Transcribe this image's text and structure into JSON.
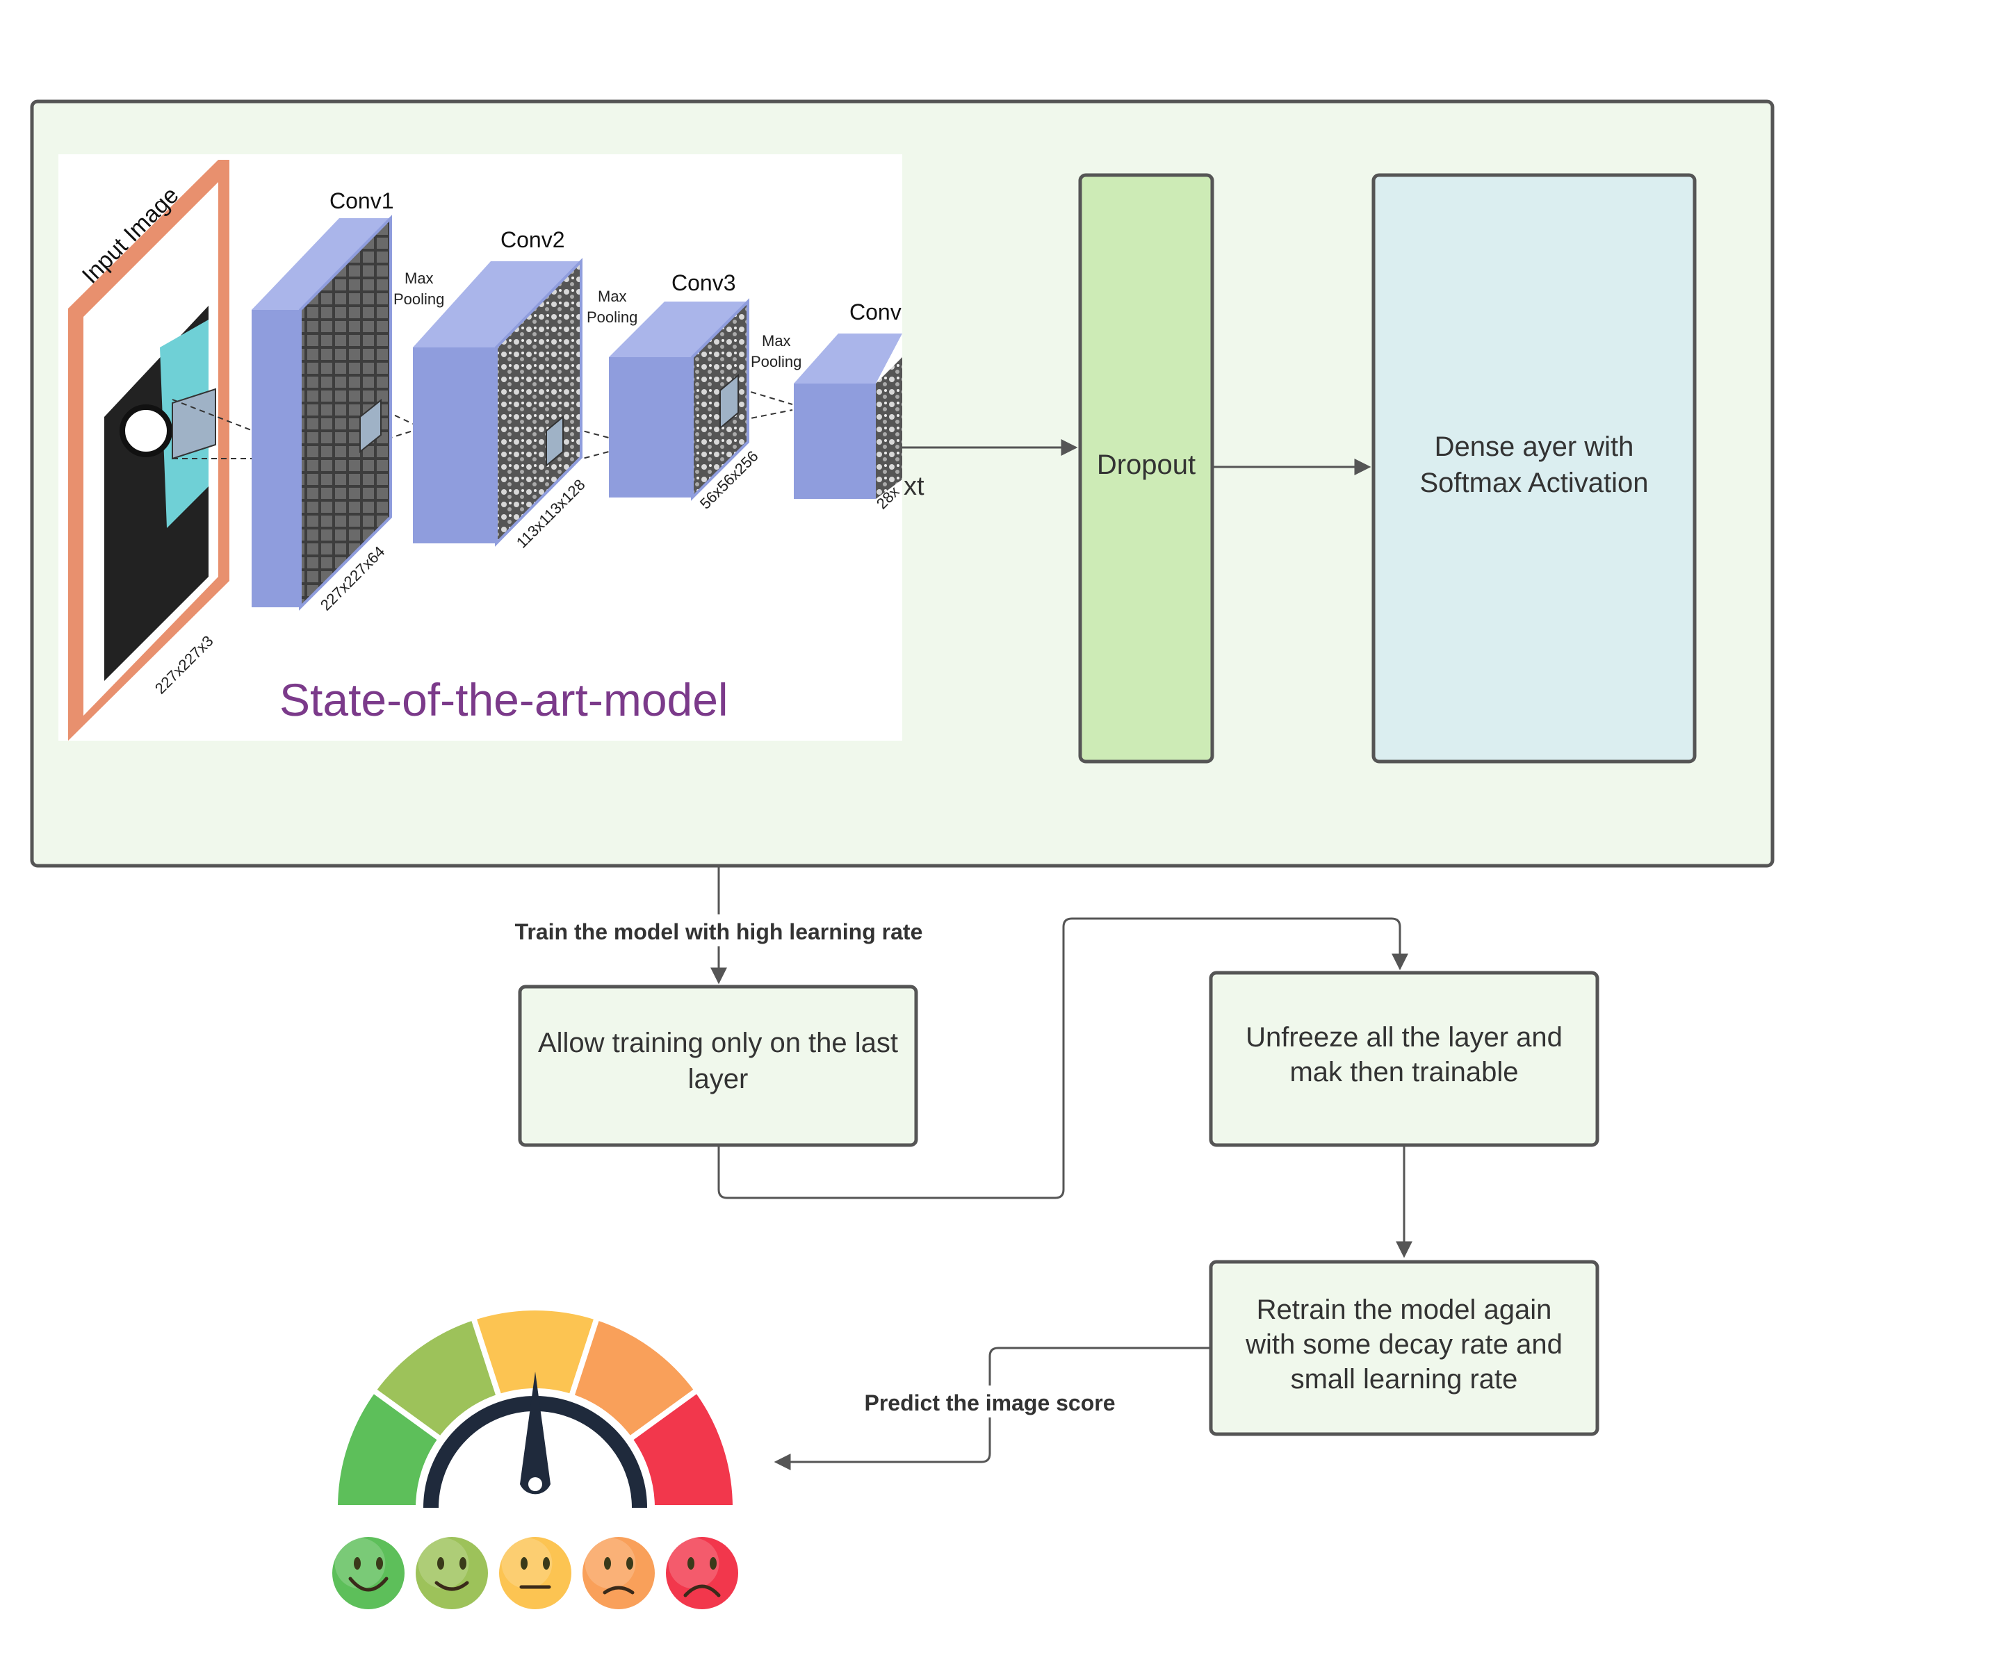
{
  "cnn_panel": {
    "title": "State-of-the-art-model",
    "input_label": "Input Image",
    "input_dims": "227x227x3",
    "layers": [
      {
        "name": "Conv1",
        "dims": "227x227x64"
      },
      {
        "name": "Conv2",
        "dims": "113x113x128"
      },
      {
        "name": "Conv3",
        "dims": "56x56x256"
      },
      {
        "name": "Conv",
        "dims": "28x"
      }
    ],
    "pooling_top": "Max",
    "pooling_bottom": "Pooling",
    "overflow_text": "xt"
  },
  "nodes": {
    "dropout": "Dropout",
    "dense_line1": "Dense ayer with",
    "dense_line2": "Softmax Activation",
    "last_layer_line1": "Allow training only on the last",
    "last_layer_line2": "layer",
    "unfreeze_line1": "Unfreeze all the layer and",
    "unfreeze_line2": "mak then trainable",
    "retrain_line1": "Retrain the model again",
    "retrain_line2": "with some decay rate and",
    "retrain_line3": "small learning rate"
  },
  "edge_labels": {
    "train": "Train the model with high learning rate",
    "predict": "Predict the image score"
  },
  "gauge": {
    "segments": [
      "#5dbf5a",
      "#9dc25a",
      "#fcc452",
      "#f9a05a",
      "#f2374c"
    ],
    "faces": [
      "happy",
      "smile",
      "neutral",
      "frown",
      "sad"
    ]
  },
  "colors": {
    "outer_fill": "#f0f8ec",
    "dropout_fill": "#cdebb6",
    "dense_fill": "#dbeef0",
    "box_fill": "#f0f8ec",
    "border": "#555555",
    "title": "#7b3a8a",
    "cube": "#8f9ddd"
  }
}
